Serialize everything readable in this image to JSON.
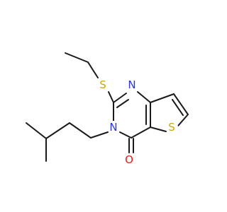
{
  "molecule": {
    "atoms": [
      {
        "id": "S_ethyl",
        "label": "S",
        "color": "#c8a800"
      },
      {
        "id": "N1",
        "label": "N",
        "color": "#2b35d8"
      },
      {
        "id": "N3",
        "label": "N",
        "color": "#2b35d8"
      },
      {
        "id": "S_ring",
        "label": "S",
        "color": "#c8a800"
      },
      {
        "id": "O",
        "label": "O",
        "color": "#e31b1b"
      }
    ],
    "bond_color": "#1a1a1a",
    "background": "#ffffff"
  }
}
